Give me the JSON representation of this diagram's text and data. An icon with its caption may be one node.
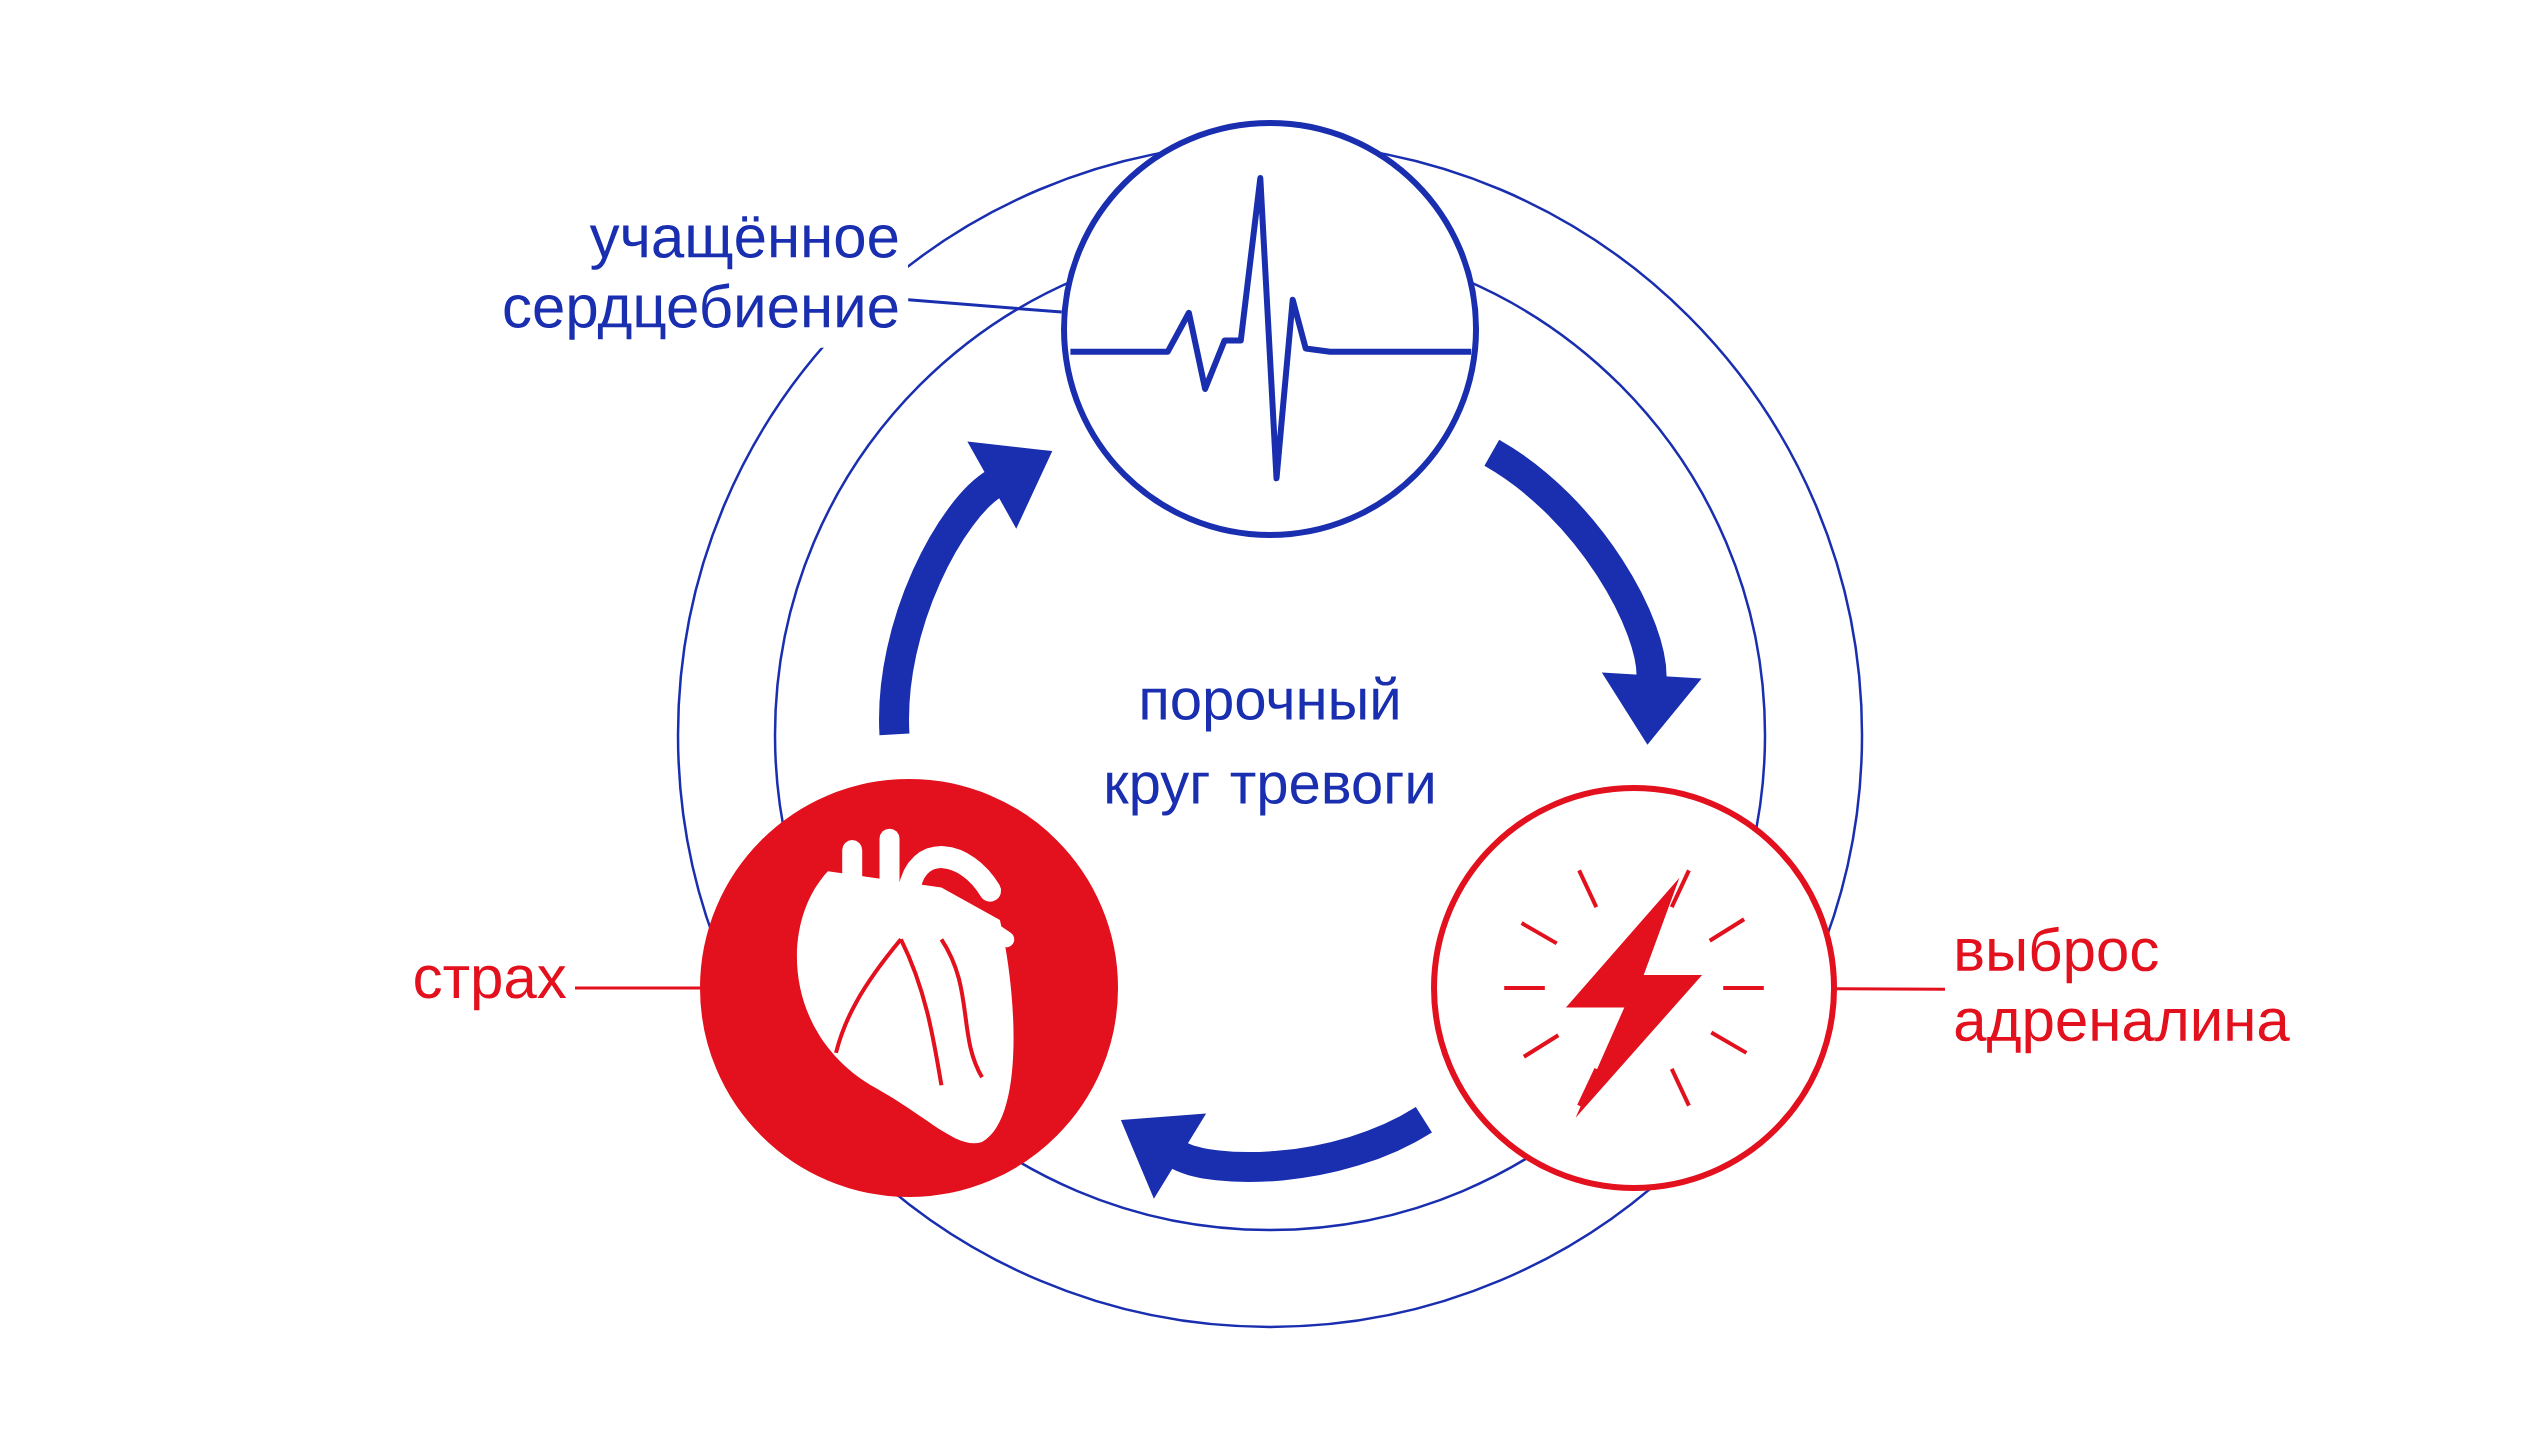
{
  "diagram": {
    "nodes": [
      {
        "text": [
          "учащённое сердцебиение"
        ]
      },
      {
        "text": [],
        "shape": "circle"
      },
      {
        "text": [
          "страх"
        ]
      },
      {
        "text": [],
        "shape": "circle"
      },
      {
        "text": [
          "выброс адреналина"
        ]
      },
      {
        "text": [],
        "shape": "circle"
      }
    ],
    "edges": [
      {
        "from": 0,
        "to": 1,
        "arrow": "none"
      },
      {
        "from": 2,
        "to": 3,
        "arrow": "none",
        "color": "#e3101d"
      },
      {
        "from": 4,
        "to": 5,
        "arrow": "none",
        "color": "#e3101d"
      },
      {
        "from": 3,
        "to": 1,
        "arrow": "to",
        "style": "thick"
      },
      {
        "from": 1,
        "to": 5,
        "arrow": "to",
        "style": "thick"
      },
      {
        "from": 5,
        "to": 3,
        "arrow": "to",
        "style": "thick"
      }
    ],
    "labels": [
      "порочный круг тревоги"
    ]
  }
}
